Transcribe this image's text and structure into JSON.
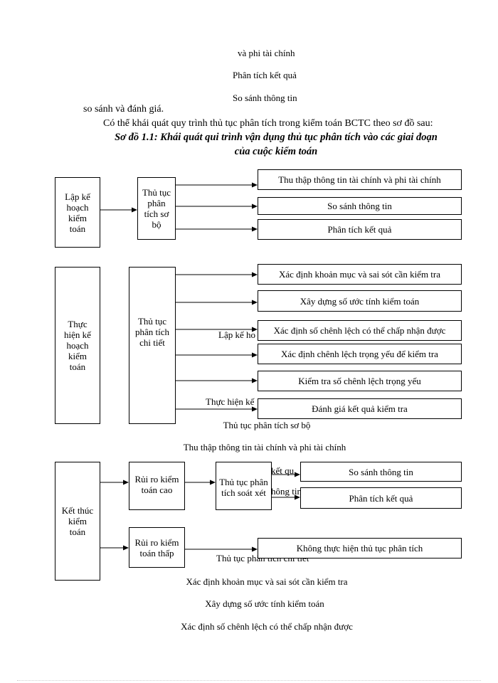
{
  "text": {
    "line1": "và phi tài chính",
    "line2": "Phân tích kết quả",
    "line3": "So sánh thông tin",
    "line4": "so sánh và đánh giá.",
    "line5": "Có thể khái quát quy trình thủ tục phân tích trong kiểm toán BCTC theo sơ đồ sau:",
    "title1": "Sơ đồ 1.1: Khái quát qui trình vận dụng thủ tục phân tích vào các giai đoạn",
    "title2": "của cuộc kiểm toán"
  },
  "diagram": {
    "stage1": {
      "phase": "Lập kế hoạch kiểm toán",
      "procedure": "Thủ tục phân tích sơ bộ",
      "outputs": [
        "Thu thập thông tin tài chính  và phi tài chính",
        "So sánh thông tin",
        "Phân tích kết quả"
      ]
    },
    "stage2": {
      "phase": "Thực hiện kế hoạch kiểm toán",
      "procedure": "Thủ tục phân tích chi tiết",
      "outputs": [
        "Xác định khoản mục và sai sót cần kiểm tra",
        "Xây dựng số ước tính  kiểm toán",
        "Xác định số chênh lệch có thể chấp nhận được",
        "Xác định chênh lệch trọng yếu để kiểm tra",
        "Kiểm tra số chênh lệch trọng yếu",
        "Đánh giá kết quả kiểm tra"
      ]
    },
    "stage3": {
      "phase": "Kết thúc kiểm toán",
      "risk_high": "Rủi ro kiểm toán cao",
      "risk_low": "Rủi ro kiểm toán thấp",
      "procedure": "Thủ tục phân tích soát xét",
      "outputs_high": [
        "So sánh thông tin",
        "Phân tích kết quả"
      ],
      "output_low": "Không thực hiện thủ tục phân tích"
    }
  },
  "background_text": {
    "b1": "Lập kế ho",
    "b2": "Thực hiện kế",
    "b3": "Thủ tục phân tích sơ bộ",
    "b4": "Thu thập thông tin tài chính  và phi tài chính",
    "b5": "kết qu",
    "b6": "hông tin",
    "b7": "Thủ tục phân tích chi tiết",
    "b8": "Xác định  khoản mục và sai sót cần kiểm tra",
    "b9": "Xây dựng số ước tính  kiểm toán",
    "b10": "Xác định  số chênh lệch  có thể chấp nhận được"
  }
}
